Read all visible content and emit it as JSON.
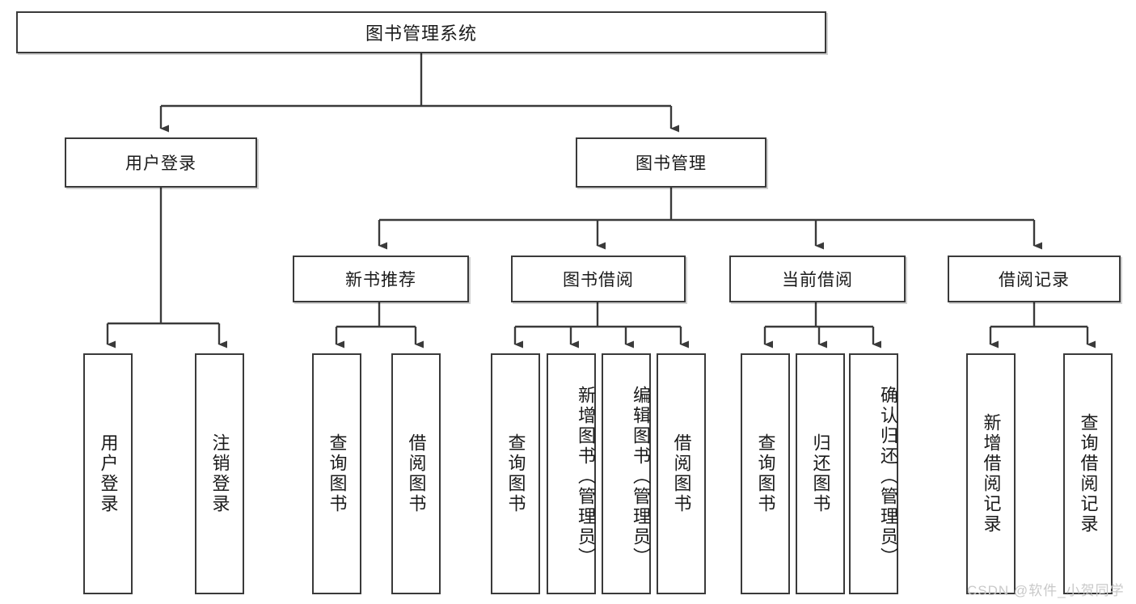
{
  "diagram": {
    "type": "tree",
    "title": "图书管理系统",
    "root": {
      "label": "图书管理系统"
    },
    "level2": [
      {
        "label": "用户登录"
      },
      {
        "label": "图书管理"
      }
    ],
    "level3": [
      {
        "label": "新书推荐"
      },
      {
        "label": "图书借阅"
      },
      {
        "label": "当前借阅"
      },
      {
        "label": "借阅记录"
      }
    ],
    "leaves": {
      "user_login": [
        {
          "label": "用户登录"
        },
        {
          "label": "注销登录"
        }
      ],
      "new_book": [
        {
          "label": "查询图书"
        },
        {
          "label": "借阅图书"
        }
      ],
      "book_borrow": [
        {
          "label": "查询图书"
        },
        {
          "label": "新增图书（管理员）"
        },
        {
          "label": "编辑图书（管理员）"
        },
        {
          "label": "借阅图书"
        }
      ],
      "current_borrow": [
        {
          "label": "查询图书"
        },
        {
          "label": "归还图书"
        },
        {
          "label": "确认归还（管理员）"
        }
      ],
      "borrow_record": [
        {
          "label": "新增借阅记录"
        },
        {
          "label": "查询借阅记录"
        }
      ]
    }
  },
  "watermark": {
    "text": "CSDN @软件_小贺同学"
  },
  "colors": {
    "border": "#3a3a3a",
    "text": "#1a1a1a",
    "background": "#ffffff",
    "watermark": "#c9c9c9"
  }
}
